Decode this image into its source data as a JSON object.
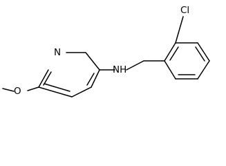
{
  "molecule": {
    "atoms": {
      "chlorine": "Cl",
      "ring_nitrogen": "N",
      "amine": "NH",
      "oxygen": "O"
    }
  }
}
